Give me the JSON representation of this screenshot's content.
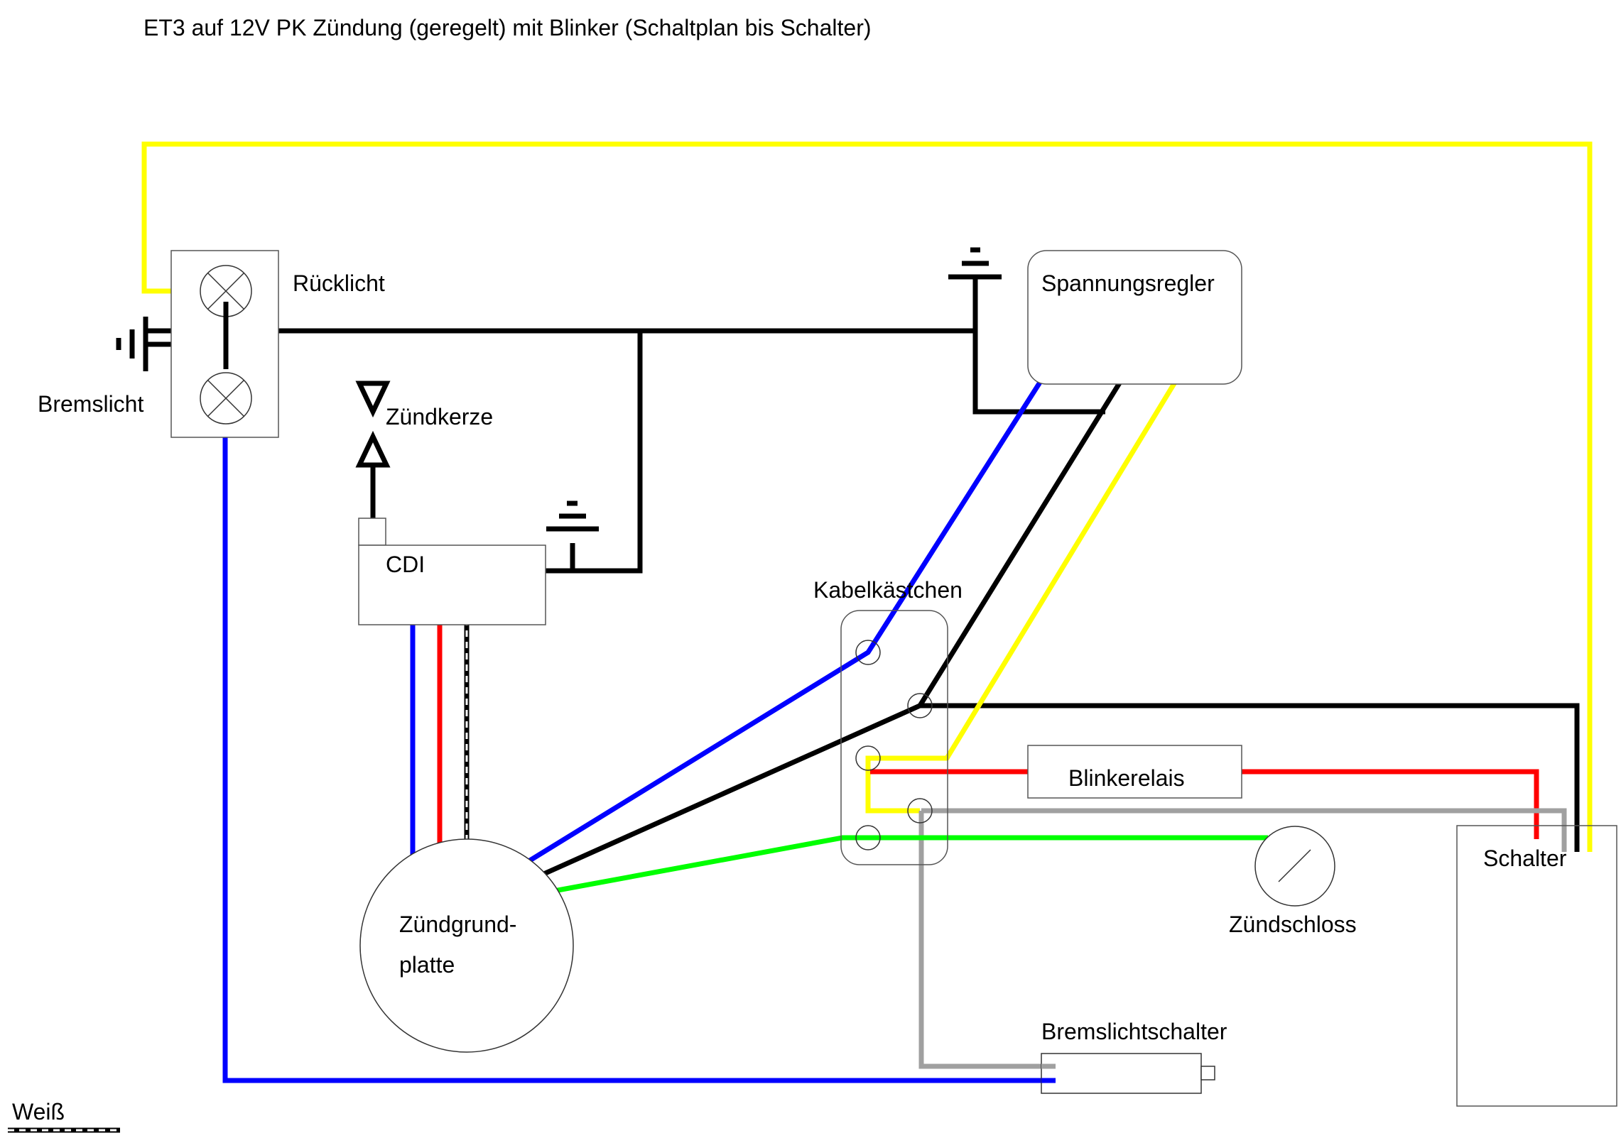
{
  "title": "ET3 auf 12V PK Zündung (geregelt) mit Blinker (Schaltplan bis Schalter)",
  "labels": {
    "ruecklicht": "Rücklicht",
    "bremslicht": "Bremslicht",
    "zuendkerze": "Zündkerze",
    "cdi": "CDI",
    "spannungsregler": "Spannungsregler",
    "kabelkaestchen": "Kabelkästchen",
    "blinkerelais": "Blinkerelais",
    "schalter": "Schalter",
    "zuendschloss": "Zündschloss",
    "zuendgrundplatte_line1": "Zündgrund-",
    "zuendgrundplatte_line2": "platte",
    "bremslichtschalter": "Bremslichtschalter"
  },
  "legend": {
    "label": "Weiß"
  },
  "wire_colors": {
    "yellow": "#ffff00",
    "black": "#000000",
    "blue": "#0000ff",
    "red": "#ff0000",
    "green": "#00ff00",
    "gray": "#a0a0a0",
    "white": "#ffffff"
  }
}
